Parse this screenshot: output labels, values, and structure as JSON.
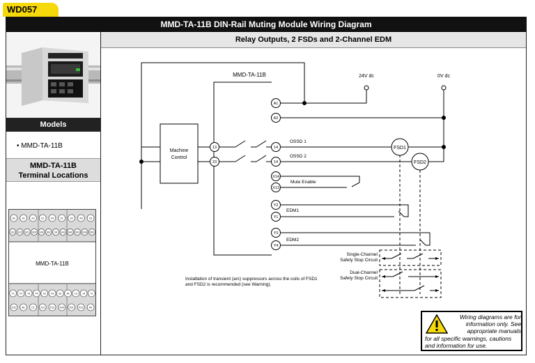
{
  "doc_code": "WD057",
  "title": "MMD-TA-11B DIN-Rail Muting Module Wiring Diagram",
  "subtitle": "Relay Outputs, 2 FSDs and 2-Channel EDM",
  "sidebar": {
    "models_header": "Models",
    "model_bullet": "•",
    "model_item": "MMD-TA-11B",
    "terminal_header_line1": "MMD-TA-11B",
    "terminal_header_line2": "Terminal Locations",
    "module_label": "MMD-TA-11B",
    "top_row_1": [
      "A1",
      "X1",
      "X2",
      "Z1",
      "X3",
      "Z1",
      "Z2",
      "X5",
      "Z3"
    ],
    "top_row_2": [
      "S11",
      "S12",
      "S21",
      "S22",
      "S31",
      "S32",
      "X4",
      "S41",
      "S42",
      "S33",
      "S34",
      "S51"
    ],
    "bottom_row_1": [
      "Y1",
      "Y2",
      "Y3",
      "Y4",
      "23",
      "24",
      "33",
      "34",
      "13",
      "14",
      "N"
    ],
    "bottom_row_2": [
      "Z12",
      "B1",
      "C1",
      "Z11",
      "X11",
      "X24",
      "Z21",
      "X13",
      "A2"
    ]
  },
  "diagram": {
    "module_label": "MMD-TA-11B",
    "supply_pos": "24V dc",
    "supply_neg": "0V dc",
    "machine_control_line1": "Machine",
    "machine_control_line2": "Control",
    "terminals": {
      "a1": "A1",
      "a2": "A2",
      "t14a": "14",
      "t14b": "14",
      "x14": "X14",
      "x13": "X13",
      "y2": "Y2",
      "y1": "Y1",
      "y3": "Y3",
      "y4": "Y4",
      "mc13": "13",
      "mc23": "23"
    },
    "labels": {
      "ossd1": "OSSD 1",
      "ossd2": "OSSD 2",
      "mute_enable": "Mute Enable",
      "edm1": "EDM1",
      "edm2": "EDM2",
      "fsd1": "FSD1",
      "fsd2": "FSD2",
      "single_channel_1": "Single-Channel",
      "single_channel_2": "Safety Stop Circuit",
      "dual_channel_1": "Dual-Channel",
      "dual_channel_2": "Safety Stop Circuit",
      "note_line1": "Installation of transient (arc) suppressors across the coils of FSD1",
      "note_line2": "and FSD2 is recommended (see Warning)."
    }
  },
  "warning": {
    "line1": "Wiring diagrams are for",
    "line2": "information only. See",
    "line3": "appropriate manuals",
    "line4": "for all specific warnings, cautions",
    "line5": "and information for use."
  }
}
